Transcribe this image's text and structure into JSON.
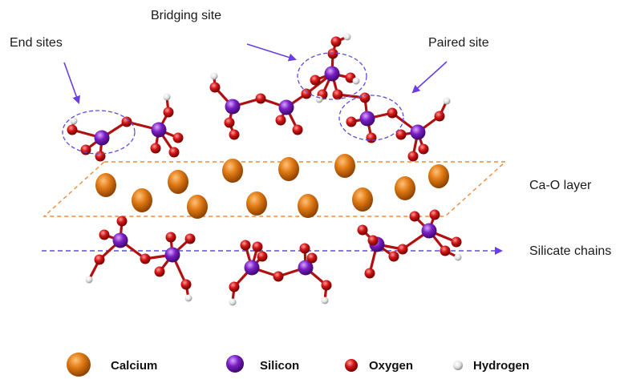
{
  "labels": {
    "end_sites": "End sites",
    "bridging_site": "Bridging site",
    "paired_site": "Paired site",
    "ca_o_layer": "Ca-O layer",
    "silicate_chains": "Silicate chains"
  },
  "legend": [
    {
      "key": "calcium",
      "label": "Calcium"
    },
    {
      "key": "silicon",
      "label": "Silicon"
    },
    {
      "key": "oxygen",
      "label": "Oxygen"
    },
    {
      "key": "hydrogen",
      "label": "Hydrogen"
    }
  ],
  "colors": {
    "calcium": "#d9700f",
    "silicon": "#7a1fc4",
    "oxygen": "#d11a1a",
    "hydrogen": "#e6e6e6",
    "bond": "#b01010",
    "arrow": "#6a3ee0",
    "layer_outline": "#f08a3a",
    "site_circle": "#5a4fd8",
    "chain_axis": "#5a4fd8"
  }
}
